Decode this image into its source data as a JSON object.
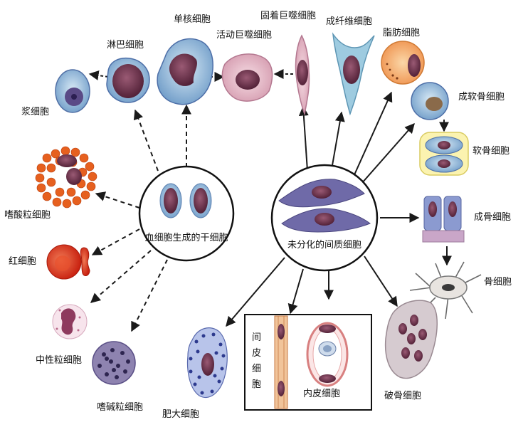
{
  "diagram": {
    "stem_cells": {
      "hematopoietic": "血细胞生成的干细胞",
      "mesenchymal": "未分化的间质细胞"
    },
    "cells": {
      "plasma": "浆细胞",
      "lymphocyte": "淋巴细胞",
      "monocyte": "单核细胞",
      "active_macrophage": "活动巨噬细胞",
      "fixed_macrophage": "固着巨噬细胞",
      "fibroblast": "成纤维细胞",
      "adipocyte": "脂肪细胞",
      "chondroblast": "成软骨细胞",
      "chondrocyte": "软骨细胞",
      "osteoblast": "成骨细胞",
      "osteocyte": "骨细胞",
      "osteoclast": "破骨细胞",
      "eosinophil": "嗜酸粒细胞",
      "erythrocyte": "红细胞",
      "neutrophil": "中性粒细胞",
      "basophil": "嗜碱粒细胞",
      "mast": "肥大细胞",
      "endothelial": "内皮细胞",
      "mesothelial_chars": [
        "间",
        "皮",
        "细",
        "胞"
      ]
    },
    "colors": {
      "arrow": "#1a1a1a",
      "nucleus": "#6b2f4a",
      "cytoplasm_blue": "#8fb6d8",
      "eosin": "#e0561c",
      "erythrocyte": "#d8341c"
    }
  }
}
